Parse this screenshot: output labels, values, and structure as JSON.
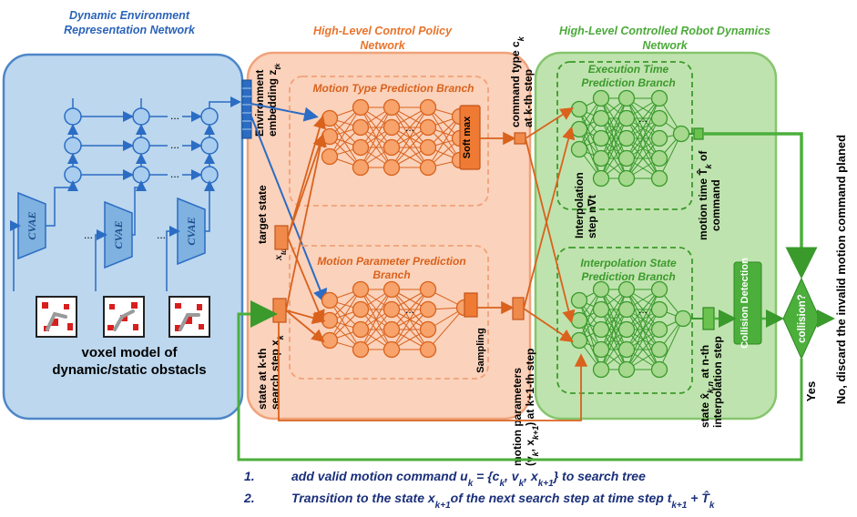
{
  "panels": {
    "env": {
      "title_line1": "Dynamic Environment",
      "title_line2": "Representation Network"
    },
    "policy": {
      "title_line1": "High-Level Control Policy",
      "title_line2": "Network"
    },
    "dynamics": {
      "title_line1": "High-Level Controlled Robot Dynamics",
      "title_line2": "Network"
    }
  },
  "branches": {
    "motion_type": "Motion Type Prediction Branch",
    "motion_param_line1": "Motion Parameter Prediction",
    "motion_param_line2": "Branch",
    "exec_time_line1": "Execution Time",
    "exec_time_line2": "Prediction Branch",
    "interp_state_line1": "Interpolation State",
    "interp_state_line2": "Prediction Branch"
  },
  "env": {
    "cvae_label": "CVAE",
    "ellipsis": "...",
    "voxel_caption_line1": "voxel model of",
    "voxel_caption_line2": "dynamic/static obstacls"
  },
  "labels": {
    "env_embedding_line1": "Environment",
    "env_embedding_line2": "embedding z",
    "env_embedding_sub": "t",
    "env_embedding_subsub": "k",
    "target_state": "target state",
    "x_target": "x",
    "x_target_sub": "target",
    "state_kth_line1": "state at k-th",
    "state_kth_line2": "search step x",
    "state_kth_sub": "k",
    "softmax": "Soft max",
    "sampling": "Sampling",
    "command_type_line1": "command type c",
    "command_type_sub": "k",
    "command_type_line2": "at k-th step",
    "motion_params_line1": "motion parameters",
    "motion_params_line2": "(v",
    "motion_params_line2b": ", x",
    "motion_params_line2c": ") at k+1-th step",
    "motion_params_sub1": "k",
    "motion_params_sub2": "k+1",
    "interp_step_line1": "Interpolation",
    "interp_step_line2": "step n∇t",
    "motion_time_line1": "motion time T̂",
    "motion_time_sub": "k",
    "motion_time_line1b": " of",
    "motion_time_line2": "command",
    "state_nth_line1": "state x̂",
    "state_nth_sub": "k,n",
    "state_nth_line1b": " at n-th",
    "state_nth_line2": "interpolation step",
    "collision_detection": "Collision Detection",
    "collision_q": "collision?",
    "yes": "Yes",
    "no_discard": "No, discard the invalid motion command planed"
  },
  "bottom": {
    "item1_num": "1.",
    "item1_text": "add valid motion command u",
    "item1_sub": "k",
    "item1_text2": " = {c",
    "item1_sub2": "k",
    "item1_text3": ", v",
    "item1_sub3": "k",
    "item1_text4": ", x",
    "item1_sub4": "k+1",
    "item1_text5": "} to search tree",
    "item2_num": "2.",
    "item2_text": "Transition to the state x",
    "item2_sub": "k+1",
    "item2_text2": "of the next search step at time step t",
    "item2_sub2": "k+1",
    "item2_text3": " + T̂",
    "item2_sub3": "k"
  },
  "colors": {
    "blue_panel_fill": "#bcd7ee",
    "blue_panel_stroke": "#4e86c8",
    "orange_panel_fill": "#fbd2bb",
    "orange_panel_stroke": "#f0a27a",
    "green_panel_fill": "#bfe3ae",
    "green_panel_stroke": "#86c56d",
    "orange_node": "#f7a36b",
    "green_node": "#a6d98e",
    "blue_node": "#a9cdee",
    "green_arrow": "#4caf3c",
    "orange_arrow": "#d9621d",
    "blue_arrow": "#2b6cc4"
  }
}
